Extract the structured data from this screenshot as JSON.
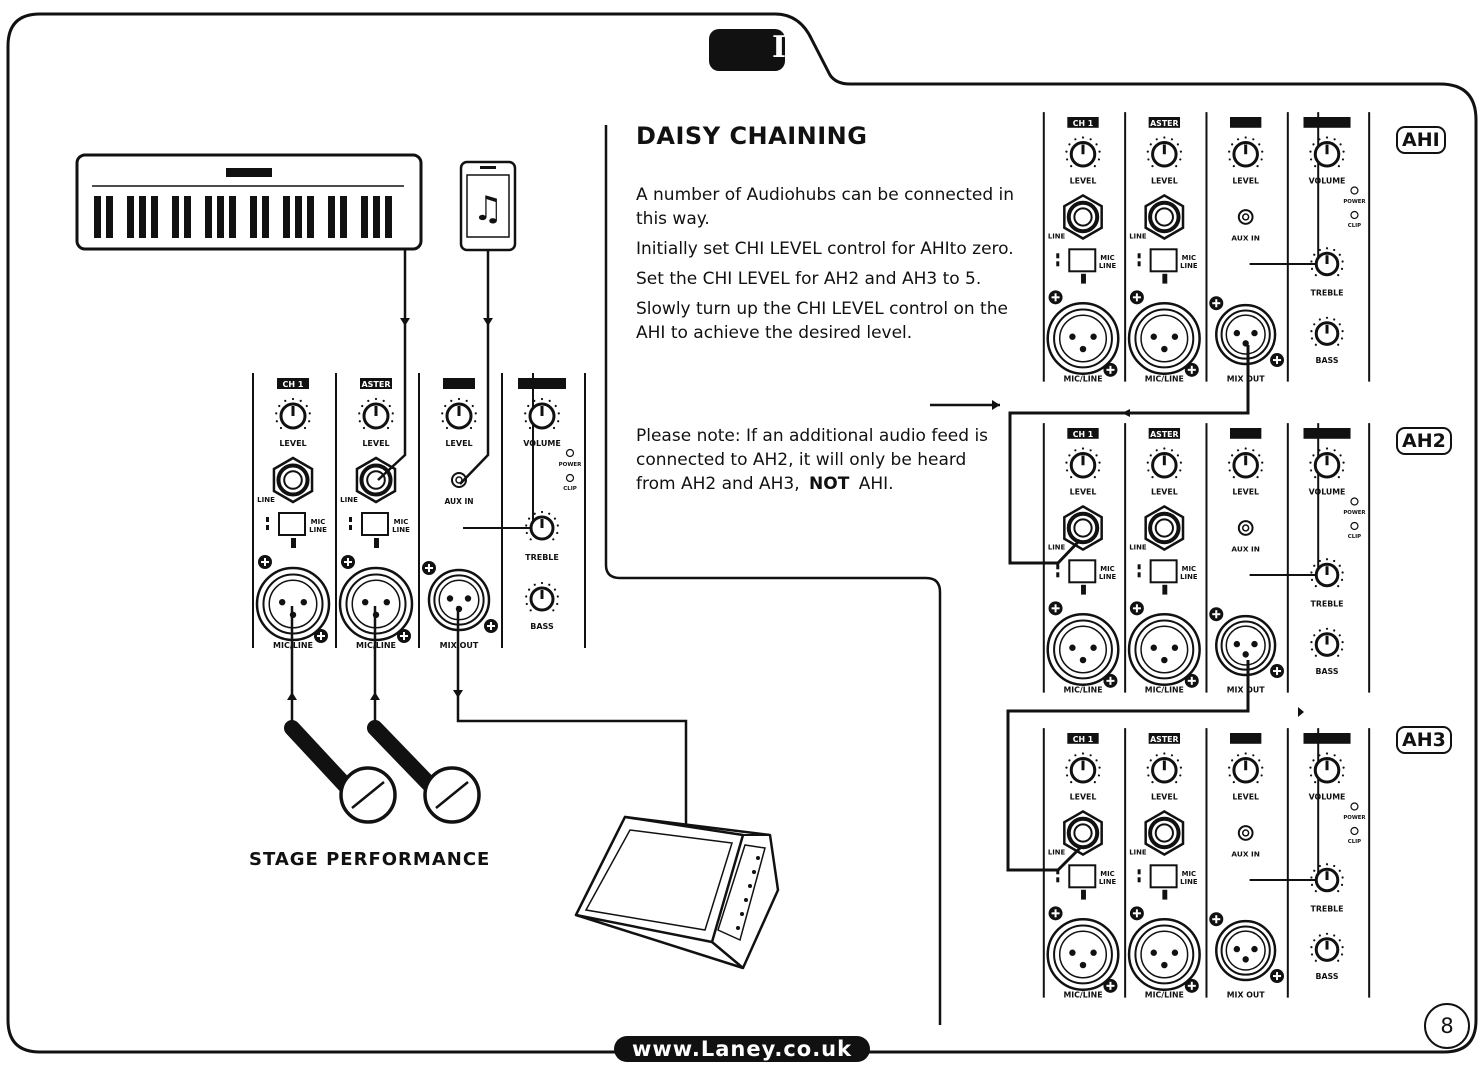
{
  "header": {
    "tab_text": "I"
  },
  "section": {
    "title": "DAISY CHAINING",
    "paragraphs": [
      "A number of Audiohubs can be connected in this way.",
      "Initially set CHI LEVEL control for AHIto zero.",
      "Set the CHI LEVEL for AH2 and AH3 to 5.",
      "Slowly turn up the CHI LEVEL control on the AHI to achieve the desired level."
    ],
    "note_prefix": "Please note: If an additional audio feed is connected to AH2,  it will only be heard from AH2 and AH3,",
    "note_bold": "NOT",
    "note_suffix": "AHI."
  },
  "stage": {
    "label": "STAGE PERFORMANCE"
  },
  "units": [
    {
      "label": "AHI"
    },
    {
      "label": "AH2"
    },
    {
      "label": "AH3"
    }
  ],
  "mixer_labels": {
    "ch1": "CH 1",
    "master": "ASTER",
    "level": "LEVEL",
    "volume": "VOLUME",
    "power": "POWER",
    "clip": "CLIP",
    "line": "LINE",
    "mic": "MIC",
    "mic_line": "MIC/LINE",
    "aux_in": "AUX IN",
    "treble": "TREBLE",
    "bass": "BASS",
    "mix_out": "MIX OUT"
  },
  "footer": {
    "website": "www.Laney.co.uk",
    "page_number": "8"
  },
  "icons": [
    "keyboard-icon",
    "phone-music-icon",
    "microphone-icon",
    "stage-monitor-icon",
    "knob-icon",
    "jack-icon",
    "xlr-icon"
  ]
}
